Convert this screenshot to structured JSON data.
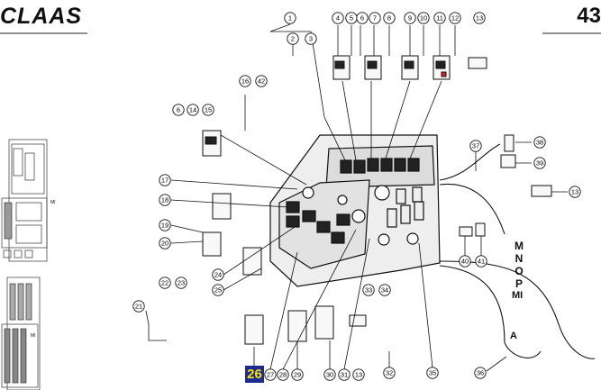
{
  "header": {
    "brand": "CLAAS",
    "page_number": "43"
  },
  "highlight_callout": "26",
  "connector_letters": [
    "M",
    "N",
    "O",
    "P"
  ],
  "connector_tag": "MI",
  "arrow_mark": "A",
  "thumbnail_labels": [
    "MI",
    "MI"
  ],
  "callouts": [
    {
      "id": "1",
      "label": "1"
    },
    {
      "id": "2",
      "label": "2"
    },
    {
      "id": "3",
      "label": "3"
    },
    {
      "id": "4",
      "label": "4"
    },
    {
      "id": "5",
      "label": "5"
    },
    {
      "id": "6a",
      "label": "6"
    },
    {
      "id": "7",
      "label": "7"
    },
    {
      "id": "8",
      "label": "8"
    },
    {
      "id": "9",
      "label": "9"
    },
    {
      "id": "10",
      "label": "10"
    },
    {
      "id": "11",
      "label": "11"
    },
    {
      "id": "12",
      "label": "12"
    },
    {
      "id": "13a",
      "label": "13"
    },
    {
      "id": "16",
      "label": "16"
    },
    {
      "id": "42",
      "label": "42"
    },
    {
      "id": "6b",
      "label": "6"
    },
    {
      "id": "14",
      "label": "14"
    },
    {
      "id": "15",
      "label": "15"
    },
    {
      "id": "17",
      "label": "17"
    },
    {
      "id": "18",
      "label": "18"
    },
    {
      "id": "19",
      "label": "19"
    },
    {
      "id": "20",
      "label": "20"
    },
    {
      "id": "24",
      "label": "24"
    },
    {
      "id": "25",
      "label": "25"
    },
    {
      "id": "21",
      "label": "21"
    },
    {
      "id": "22",
      "label": "22"
    },
    {
      "id": "23",
      "label": "23"
    },
    {
      "id": "37",
      "label": "37"
    },
    {
      "id": "38",
      "label": "38"
    },
    {
      "id": "39",
      "label": "39"
    },
    {
      "id": "13b",
      "label": "13"
    },
    {
      "id": "40",
      "label": "40"
    },
    {
      "id": "41",
      "label": "41"
    },
    {
      "id": "27",
      "label": "27"
    },
    {
      "id": "28",
      "label": "28"
    },
    {
      "id": "29",
      "label": "29"
    },
    {
      "id": "30",
      "label": "30"
    },
    {
      "id": "31",
      "label": "31"
    },
    {
      "id": "13c",
      "label": "13"
    },
    {
      "id": "33",
      "label": "33"
    },
    {
      "id": "34",
      "label": "34"
    },
    {
      "id": "32",
      "label": "32"
    },
    {
      "id": "35",
      "label": "35"
    },
    {
      "id": "36",
      "label": "36"
    }
  ]
}
